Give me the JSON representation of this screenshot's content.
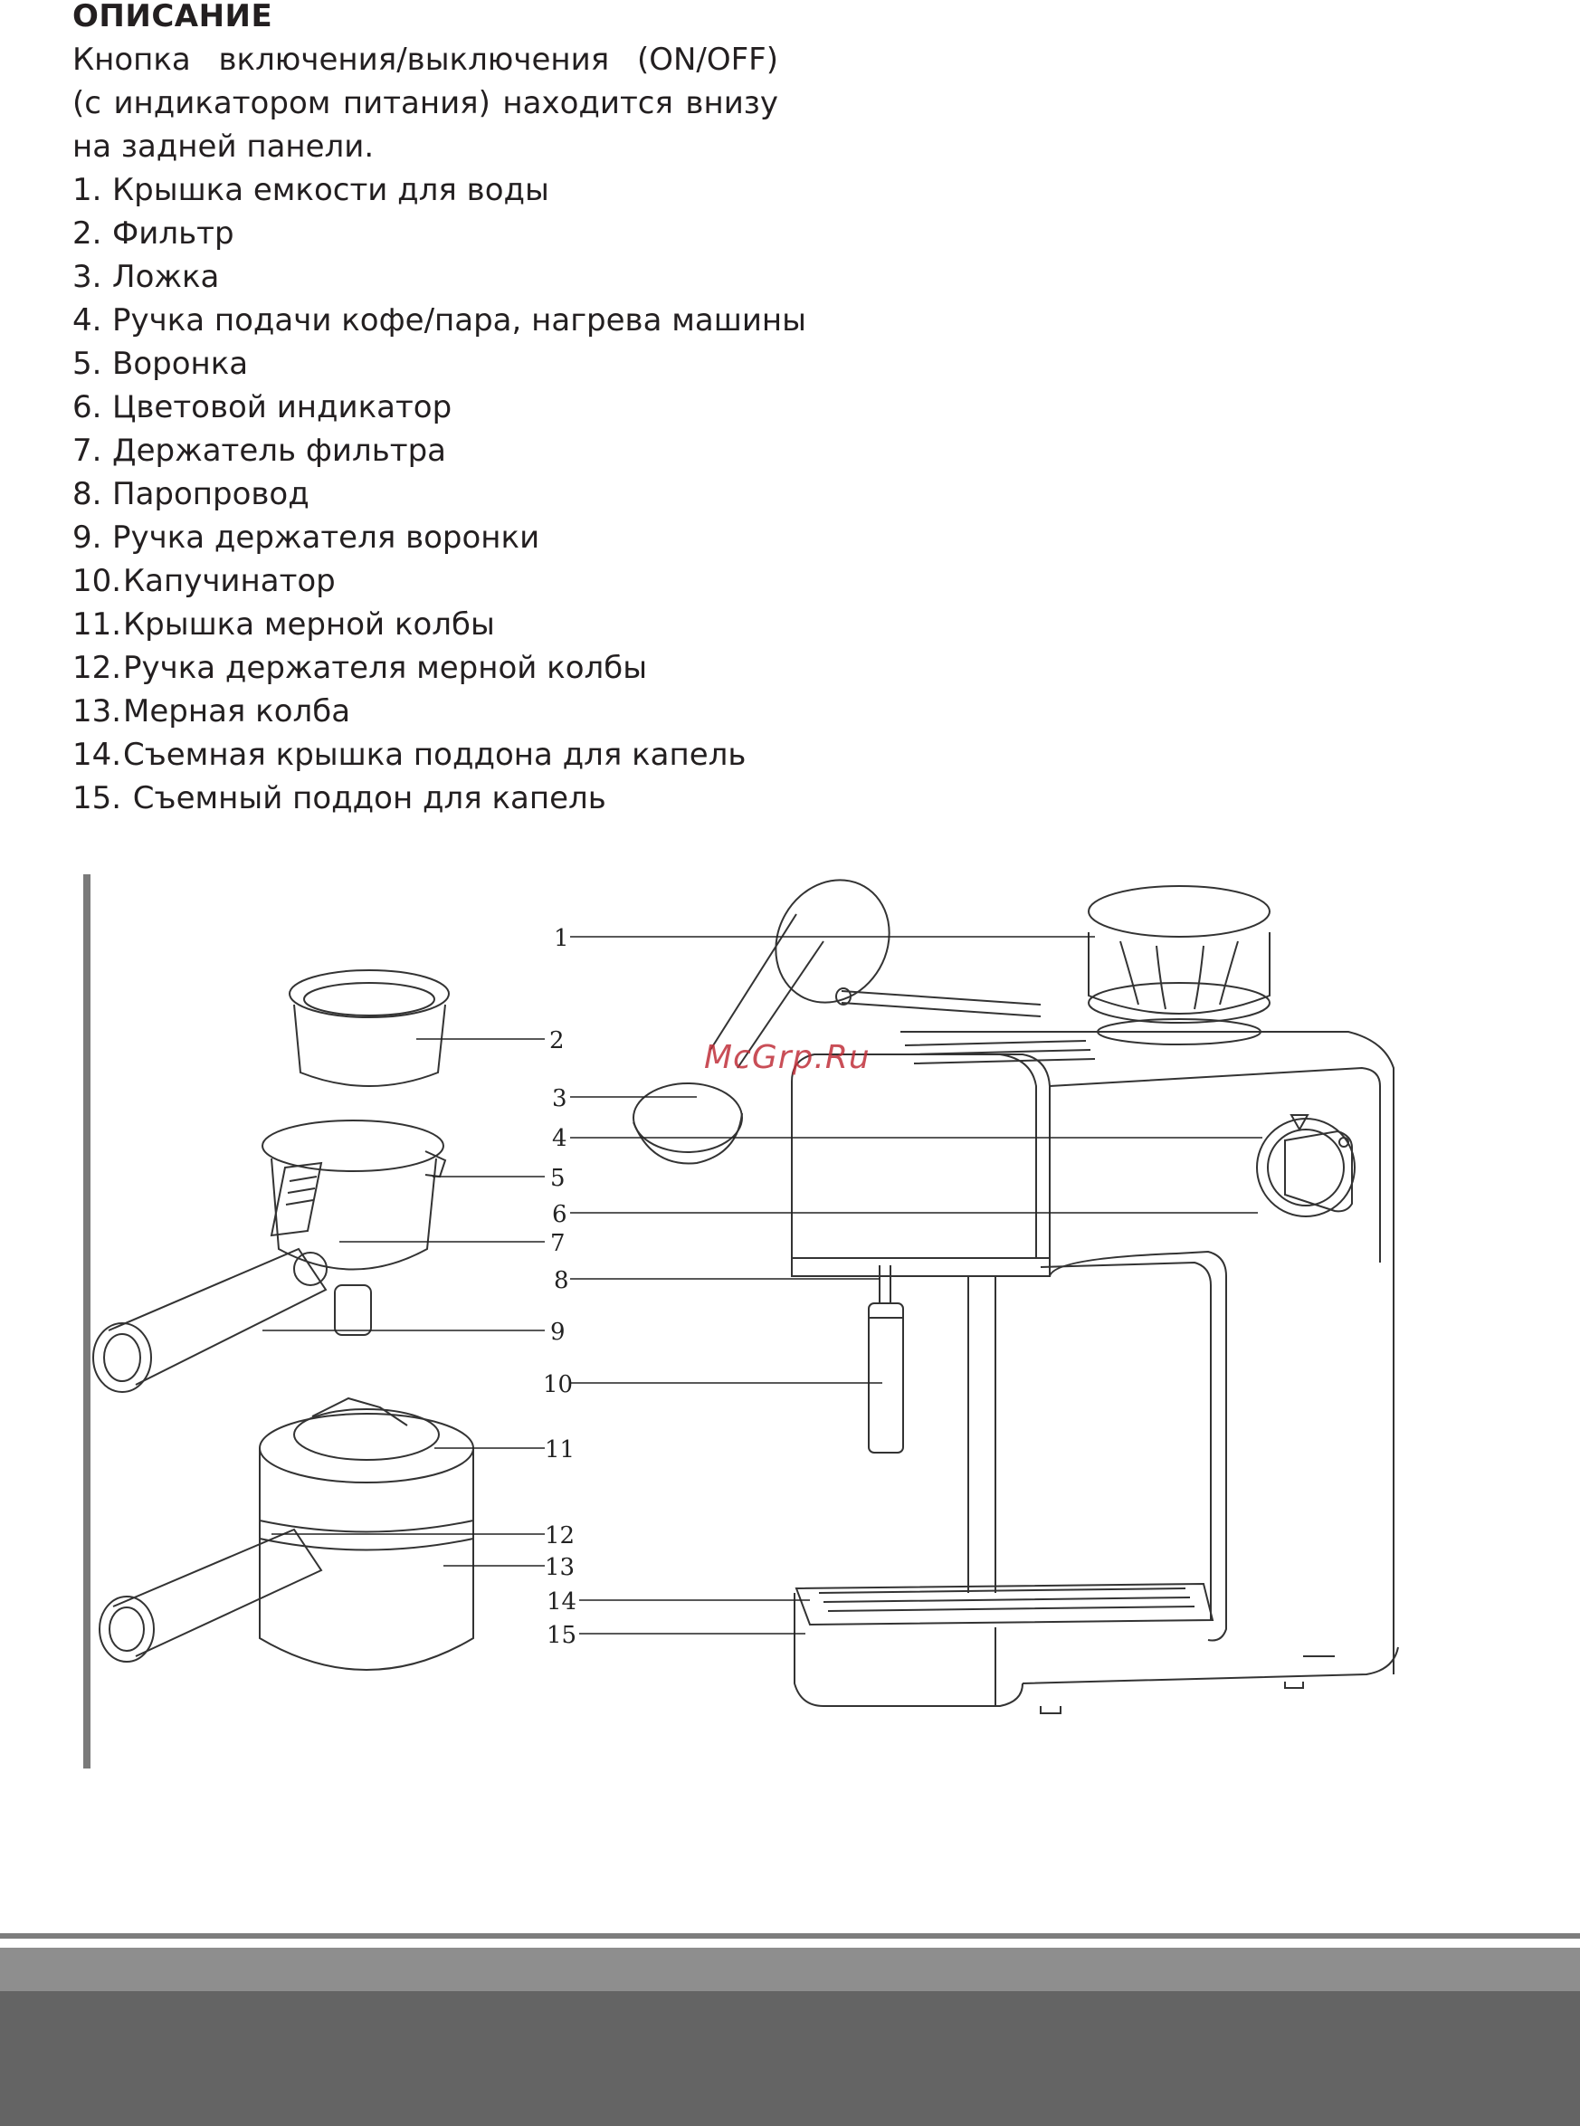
{
  "section": {
    "heading": "ОПИСАНИЕ",
    "intro": "Кнопка включения/выключения (ON/OFF) (с индикатором питания) находится внизу на задней панели."
  },
  "parts": [
    {
      "num": "1.",
      "label": "Крышка емкости для воды"
    },
    {
      "num": "2.",
      "label": "Фильтр"
    },
    {
      "num": "3.",
      "label": "Ложка"
    },
    {
      "num": "4.",
      "label": "Ручка подачи кофе/пара, нагрева машины"
    },
    {
      "num": "5.",
      "label": "Воронка"
    },
    {
      "num": "6.",
      "label": "Цветовой индикатор"
    },
    {
      "num": "7.",
      "label": "Держатель фильтра"
    },
    {
      "num": "8.",
      "label": "Паропровод"
    },
    {
      "num": "9.",
      "label": "Ручка держателя воронки"
    },
    {
      "num": "10.",
      "label": "Капучинатор"
    },
    {
      "num": "11.",
      "label": "Крышка мерной колбы"
    },
    {
      "num": "12.",
      "label": "Ручка держателя мерной колбы"
    },
    {
      "num": "13.",
      "label": "Мерная колба"
    },
    {
      "num": "14.",
      "label": "Съемная крышка поддона для капель"
    },
    {
      "num": "15.",
      "label": " Съемный поддон для капель"
    }
  ],
  "diagram_labels": [
    "1",
    "2",
    "3",
    "4",
    "5",
    "6",
    "7",
    "8",
    "9",
    "10",
    "11",
    "12",
    "13",
    "14",
    "15"
  ],
  "watermark": "McGrp.Ru"
}
